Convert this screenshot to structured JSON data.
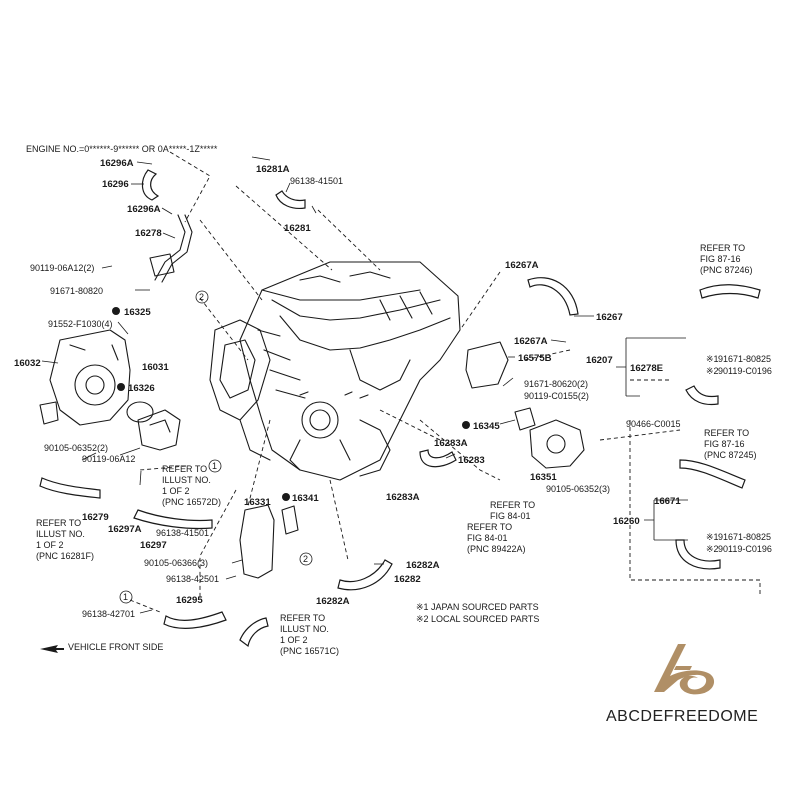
{
  "header": {
    "engine_note": "ENGINE NO.=0******-9****** OR 0A*****-1Z*****"
  },
  "parts": {
    "p16296A_top": "16296A",
    "p16296": "16296",
    "p16296A_bottom": "16296A",
    "p16278": "16278",
    "p90119_06A12_2": "90119-06A12(2)",
    "p91671_80820": "91671-80820",
    "p16325": "16325",
    "p91552_F1030_4": "91552-F1030(4)",
    "p16032": "16032",
    "p16031": "16031",
    "p16326": "16326",
    "p90105_06352_2": "90105-06352(2)",
    "p90119_06A12": "90119-06A12",
    "p16279": "16279",
    "p16297A": "16297A",
    "p16297": "16297",
    "p16281A": "16281A",
    "p96138_41501_top": "96138-41501",
    "p16281": "16281",
    "p16331": "16331",
    "p16341": "16341",
    "p96138_41501_mid": "96138-41501",
    "p90105_06366_3": "90105-06366(3)",
    "p96138_42501": "96138-42501",
    "p16295": "16295",
    "p96138_42701": "96138-42701",
    "p16267A_top": "16267A",
    "p16267": "16267",
    "p16267A_mid": "16267A",
    "p16575B": "16575B",
    "p91671_80620_2": "91671-80620(2)",
    "p90119_C0155_2": "90119-C0155(2)",
    "p16345": "16345",
    "p16283A_top": "16283A",
    "p16283": "16283",
    "p16283A_bottom": "16283A",
    "p16351": "16351",
    "p90105_06352_3": "90105-06352(3)",
    "p16282A_right": "16282A",
    "p16282": "16282",
    "p16282A_bottom": "16282A",
    "p16207": "16207",
    "p16278E": "16278E",
    "p91671_80825_top": "91671-80825",
    "p90119_C0196_top": "90119-C0196",
    "p90466_C0015": "90466-C0015",
    "p16671": "16671",
    "p16260": "16260",
    "p91671_80825_bottom": "91671-80825",
    "p90119_C0196_bottom": "90119-C0196"
  },
  "refs": {
    "fig87_top": [
      "REFER TO",
      "FIG 87-16",
      "(PNC 87246)"
    ],
    "fig87_mid": [
      "REFER TO",
      "FIG 87-16",
      "(PNC 87245)"
    ],
    "fig84_a": [
      "REFER TO",
      "FIG 84-01"
    ],
    "fig84_b": [
      "REFER TO",
      "FIG 84-01",
      "(PNC 89422A)"
    ],
    "illust_16572D": [
      "REFER TO",
      "ILLUST NO.",
      "1 OF 2",
      "(PNC 16572D)"
    ],
    "illust_16281F": [
      "REFER TO",
      "ILLUST NO.",
      "1 OF 2",
      "(PNC 16281F)"
    ],
    "illust_16571C": [
      "REFER TO",
      "ILLUST NO.",
      "1 OF 2",
      "(PNC 16571C)"
    ]
  },
  "marks": {
    "circle1": "1",
    "circle2": "2",
    "note1_sym": "※1",
    "note2_sym": "※2"
  },
  "notes": {
    "note1": "※1 JAPAN SOURCED PARTS",
    "note2": "※2 LOCAL SOURCED PARTS",
    "vehicle_front": "VEHICLE FRONT SIDE"
  },
  "brand": {
    "name": "ABCDEFREEDOME",
    "logo_color": "#b08f66"
  }
}
